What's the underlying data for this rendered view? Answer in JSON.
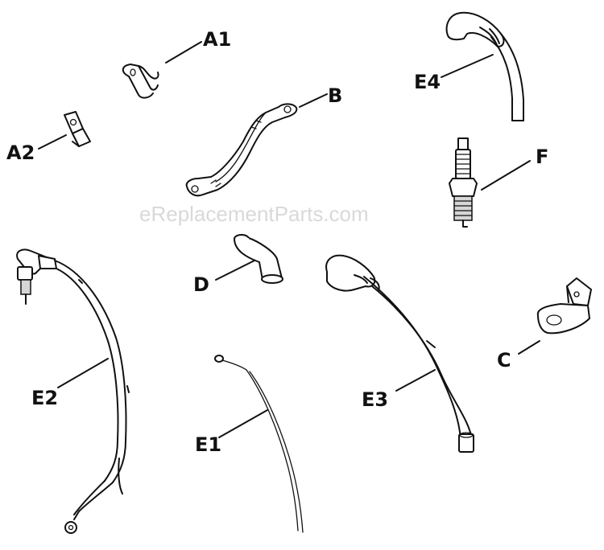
{
  "watermark": "eReplacementParts.com",
  "callouts": {
    "a1": "A1",
    "a2": "A2",
    "b": "B",
    "c": "C",
    "d": "D",
    "e1": "E1",
    "e2": "E2",
    "e3": "E3",
    "e4": "E4",
    "f": "F"
  }
}
